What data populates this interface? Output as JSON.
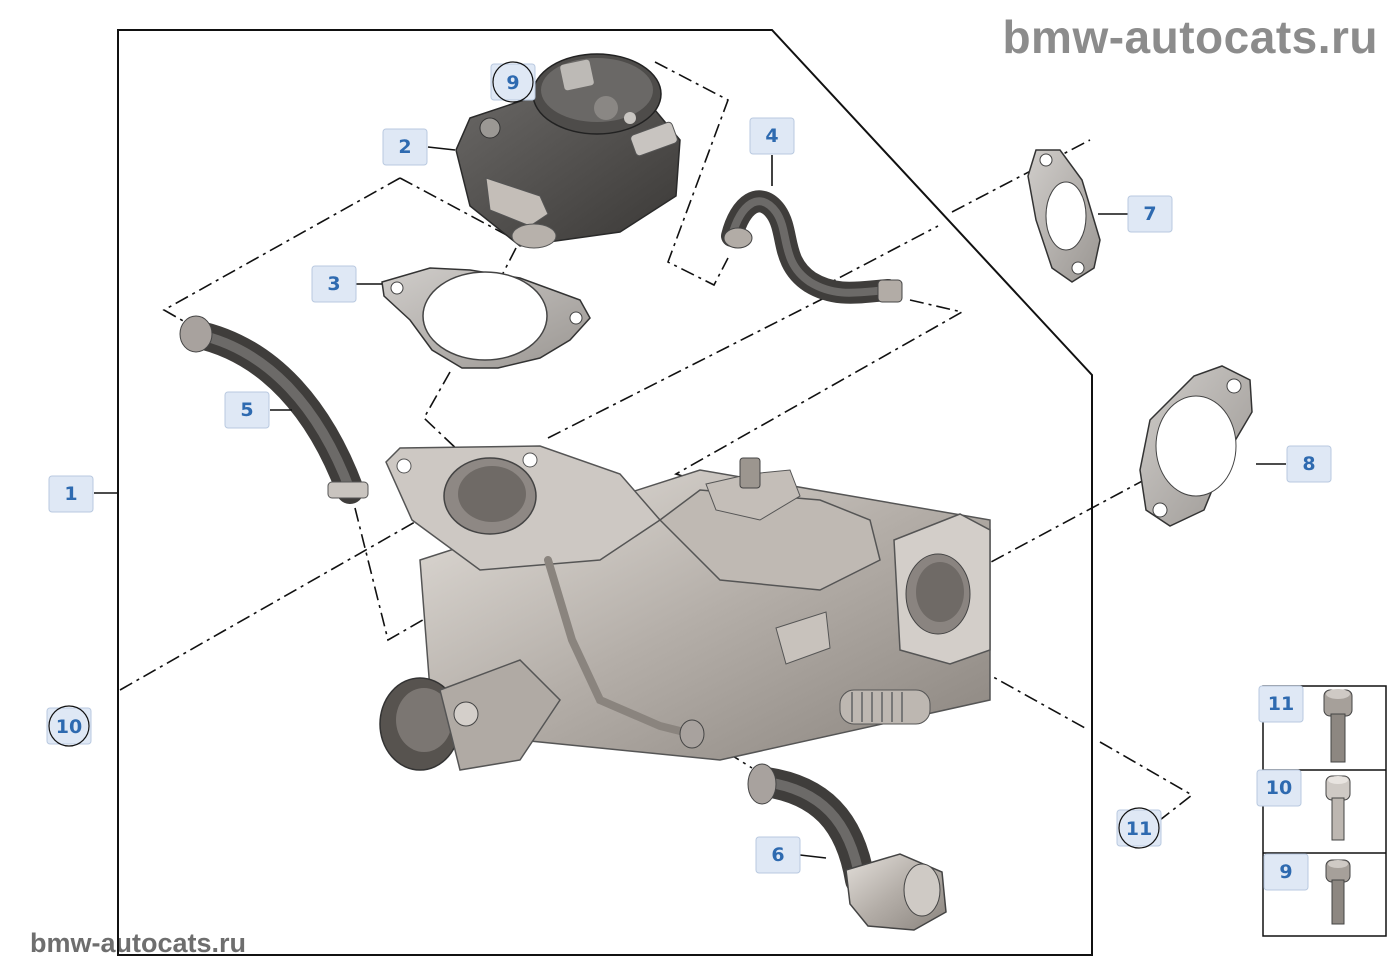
{
  "watermark_top": "bmw-autocats.ru",
  "watermark_bottom": "bmw-autocats.ru",
  "colors": {
    "label_fill": "#dfe8f5",
    "label_border": "#b9c9e0",
    "label_text": "#2e6ab0",
    "line": "#111111",
    "part_dark": "#4a4a4a",
    "part_metal": "#a8a29e",
    "part_light": "#d8d4cf"
  },
  "callouts": [
    {
      "id": "1",
      "label": "1"
    },
    {
      "id": "2",
      "label": "2"
    },
    {
      "id": "3",
      "label": "3"
    },
    {
      "id": "4",
      "label": "4"
    },
    {
      "id": "5",
      "label": "5"
    },
    {
      "id": "6",
      "label": "6"
    },
    {
      "id": "7",
      "label": "7"
    },
    {
      "id": "8",
      "label": "8"
    },
    {
      "id": "9",
      "label": "9"
    },
    {
      "id": "10",
      "label": "10"
    },
    {
      "id": "11",
      "label": "11"
    }
  ],
  "legend": [
    {
      "label": "11"
    },
    {
      "label": "10"
    },
    {
      "label": "9"
    }
  ]
}
